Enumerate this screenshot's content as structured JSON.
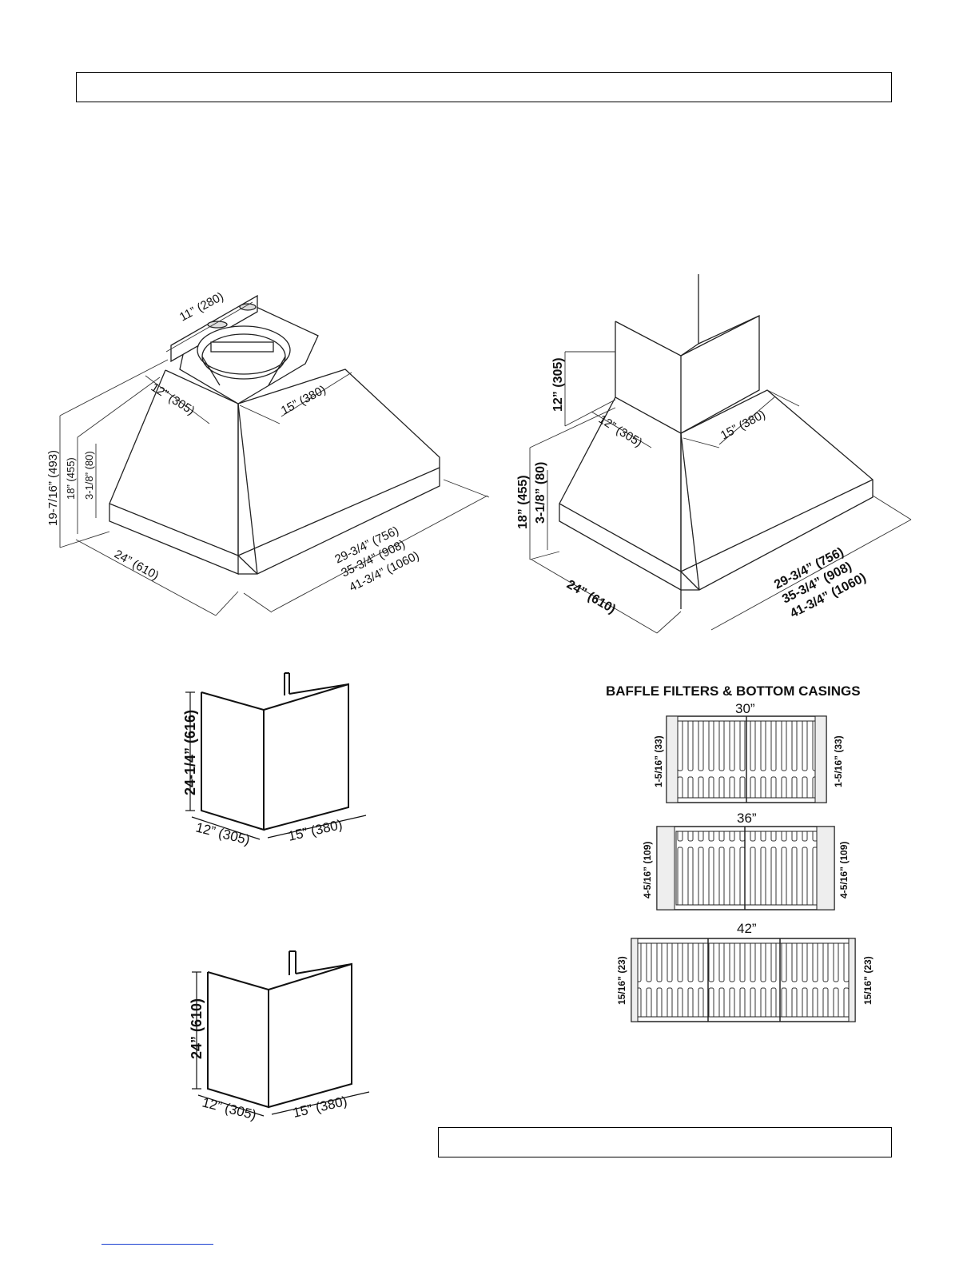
{
  "hood_1": {
    "d11": "11” (280)",
    "d12": "12” (305)",
    "d15": "15” (380)",
    "d19": "19-7/16” (493)",
    "d18": "18” (455)",
    "d3": "3-1/8” (80)",
    "d24": "24” (610)",
    "w1": "29-3/4” (756)",
    "w2": "35-3/4” (908)",
    "w3": "41-3/4” (1060)"
  },
  "hood_2": {
    "d12h": "12” (305)",
    "d12": "12” (305)",
    "d15": "15” (380)",
    "d18": "18” (455)",
    "d3": "3-1/8” (80)",
    "d24": "24” (610)",
    "w1": "29-3/4” (756)",
    "w2": "35-3/4” (908)",
    "w3": "41-3/4” (1060)"
  },
  "chimney_1": {
    "h": "24-1/4” (616)",
    "d12": "12” (305)",
    "d15": "15” (380)"
  },
  "chimney_2": {
    "h": "24” (610)",
    "d12": "12” (305)",
    "d15": "15” (380)"
  },
  "filters": {
    "title": "BAFFLE FILTERS & BOTTOM CASINGS",
    "s30": {
      "label": "30”",
      "dim": "1-5/16” (33)"
    },
    "s36": {
      "label": "36”",
      "dim": "4-5/16” (109)"
    },
    "s42": {
      "label": "42”",
      "dim": "15/16” (23)"
    }
  }
}
